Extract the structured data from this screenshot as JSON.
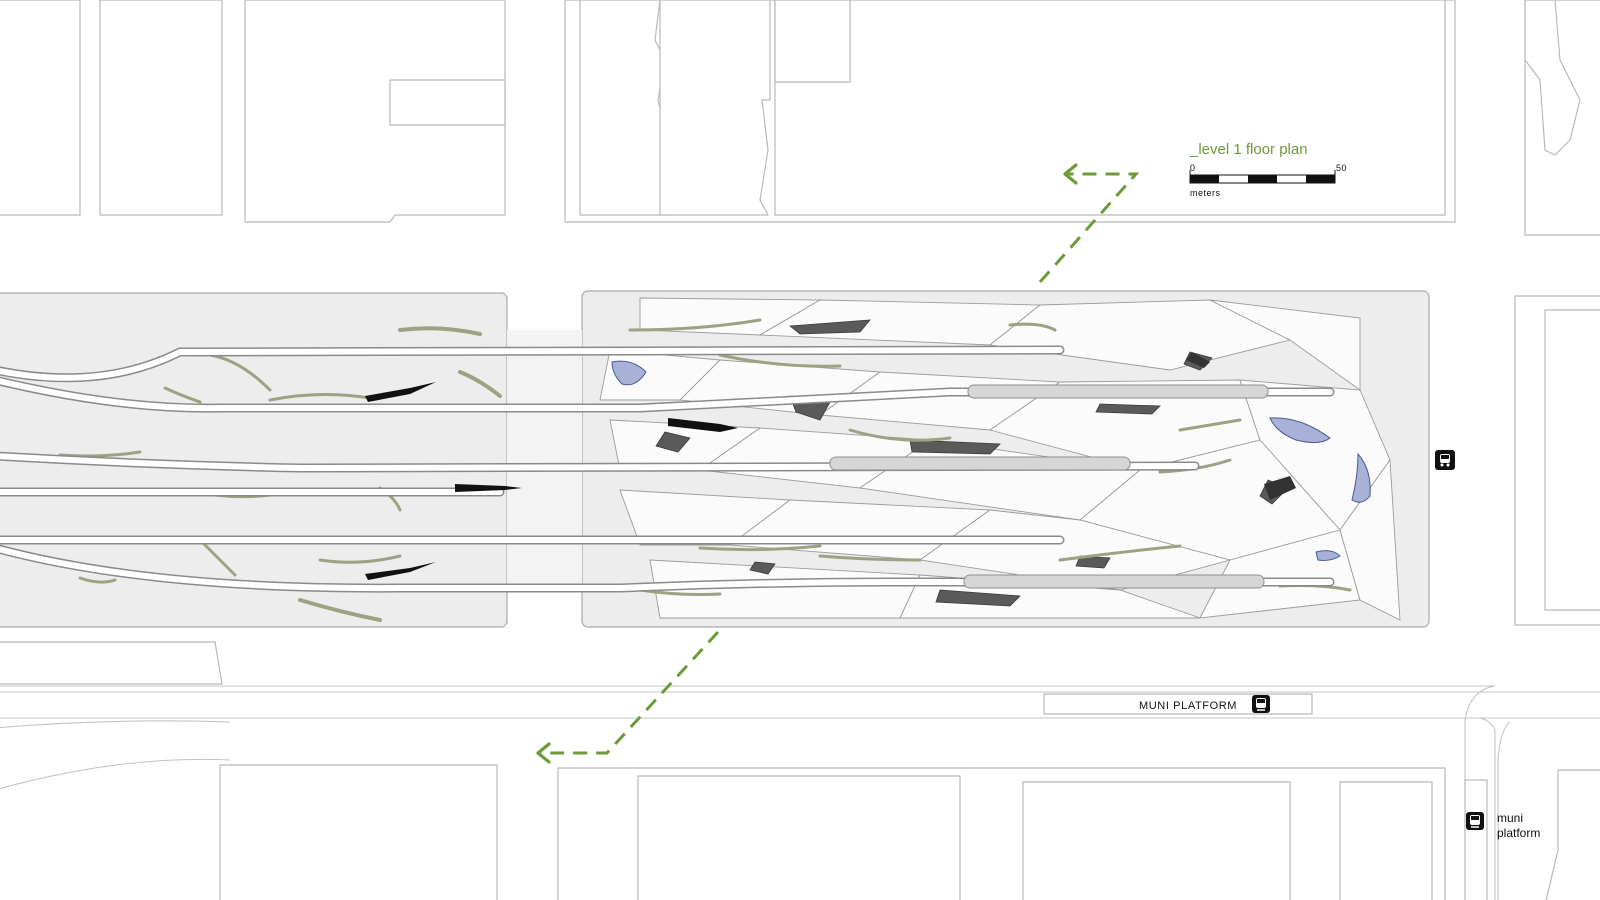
{
  "title": "_level 1 floor plan",
  "scale_bar": {
    "start_label": "0",
    "end_label": "50",
    "unit_label": "meters"
  },
  "platform_label": "MUNI PLATFORM",
  "corner_label_line1": "muni",
  "corner_label_line2": "platform",
  "icons": {
    "bus": "bus-stop-icon",
    "tram": "tram-icon",
    "arrow": "arrow-left-icon"
  },
  "colors": {
    "accent": "#6e9a3a",
    "vegetation": "#9ba382",
    "blob": "#a9b1d6",
    "ink": "#111111"
  }
}
